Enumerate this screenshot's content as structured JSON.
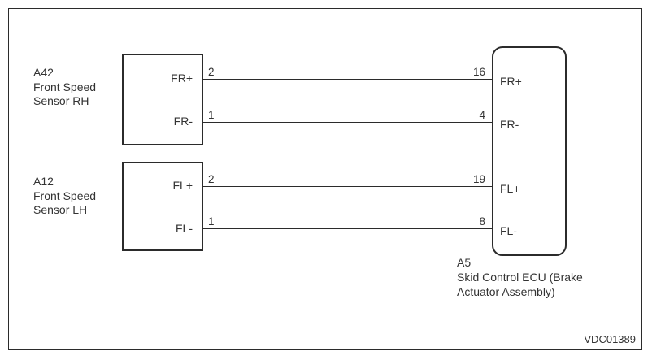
{
  "diagram_code": "VDC01389",
  "components": {
    "sensor_rh": {
      "label_lines": [
        "A42",
        "Front Speed",
        "Sensor RH"
      ],
      "terminals": [
        {
          "name": "FR+",
          "pin": "2"
        },
        {
          "name": "FR-",
          "pin": "1"
        }
      ]
    },
    "sensor_lh": {
      "label_lines": [
        "A12",
        "Front Speed",
        "Sensor LH"
      ],
      "terminals": [
        {
          "name": "FL+",
          "pin": "2"
        },
        {
          "name": "FL-",
          "pin": "1"
        }
      ]
    },
    "ecu": {
      "label_lines": [
        "A5",
        "Skid Control ECU (Brake",
        "Actuator Assembly)"
      ],
      "terminals": [
        {
          "name": "FR+",
          "pin": "16"
        },
        {
          "name": "FR-",
          "pin": "4"
        },
        {
          "name": "FL+",
          "pin": "19"
        },
        {
          "name": "FL-",
          "pin": "8"
        }
      ]
    }
  },
  "wires": [
    {
      "signal": "FR+",
      "from": "A42 pin 2",
      "to": "A5 pin 16"
    },
    {
      "signal": "FR-",
      "from": "A42 pin 1",
      "to": "A5 pin 4"
    },
    {
      "signal": "FL+",
      "from": "A12 pin 2",
      "to": "A5 pin 19"
    },
    {
      "signal": "FL-",
      "from": "A12 pin 1",
      "to": "A5 pin 8"
    }
  ]
}
